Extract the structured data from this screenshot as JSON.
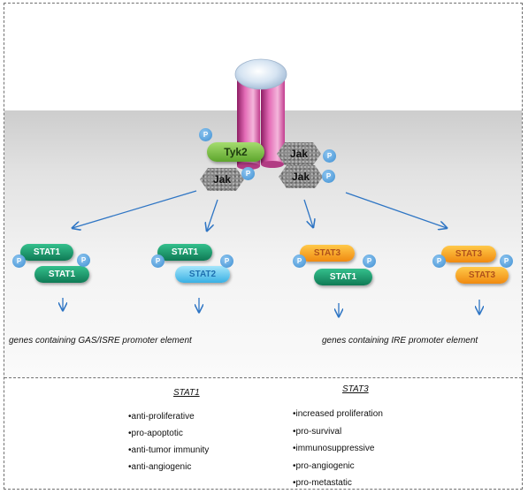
{
  "receptor": {
    "kinases": {
      "tyk2": "Tyk2",
      "jak": "Jak"
    },
    "phospho": "P"
  },
  "dimers": [
    {
      "top": "STAT1",
      "bottom": "STAT1"
    },
    {
      "top": "STAT1",
      "bottom": "STAT2"
    },
    {
      "top": "STAT3",
      "bottom": "STAT1"
    },
    {
      "top": "STAT3",
      "bottom": "STAT3"
    }
  ],
  "genes": {
    "left": "genes containing GAS/ISRE promoter element",
    "right": "genes containing IRE promoter element"
  },
  "stat1": {
    "title": "STAT1",
    "effects": [
      "•anti-proliferative",
      "•pro-apoptotic",
      "•anti-tumor immunity",
      "•anti-angiogenic"
    ]
  },
  "stat3": {
    "title": "STAT3",
    "effects": [
      "•increased proliferation",
      "•pro-survival",
      "•immunosuppressive",
      "•pro-angiogenic",
      "•pro-metastatic"
    ]
  },
  "colors": {
    "arrow": "#2e75c4",
    "stat1_green": "#1a8f63",
    "stat2_blue": "#39b0e4",
    "stat3_orange": "#f08a10",
    "tyk2_green": "#7fc24a",
    "receptor_pink": "#d94fa4",
    "phospho_blue": "#3f8fd2"
  }
}
